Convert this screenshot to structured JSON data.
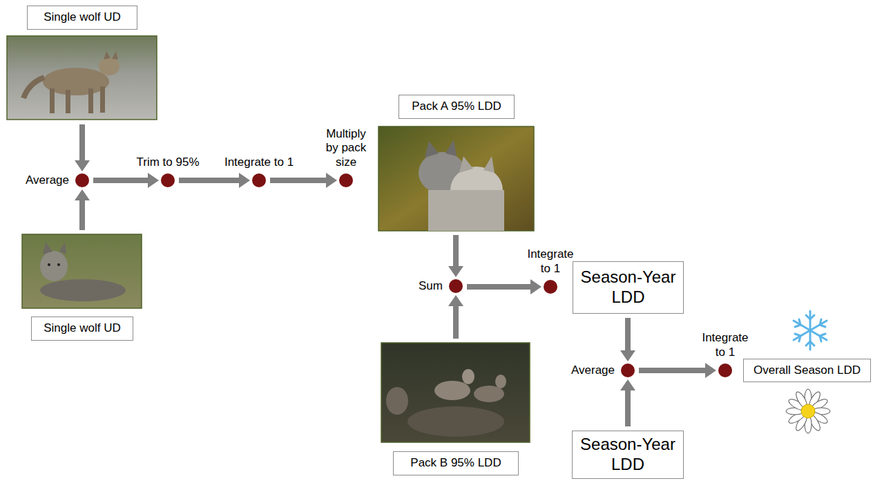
{
  "diagram": {
    "nodes": [
      {
        "text": [
          "Single wolf UD"
        ]
      },
      {
        "text": [
          "Single wolf UD"
        ]
      },
      {
        "text": [
          "Average"
        ]
      },
      {
        "text": [
          "Trim to 95%"
        ]
      },
      {
        "text": [
          "Integrate to 1"
        ]
      },
      {
        "text": [
          "Multiply by pack size"
        ]
      },
      {
        "text": [
          "Pack A 95% LDD"
        ]
      },
      {
        "text": [
          "Pack B 95% LDD"
        ]
      },
      {
        "text": [
          "Sum"
        ]
      },
      {
        "text": [
          "Integrate to 1"
        ]
      },
      {
        "text": [
          "Season-Year LDD"
        ]
      },
      {
        "text": [
          "Season-Year LDD"
        ]
      },
      {
        "text": [
          "Average"
        ]
      },
      {
        "text": [
          "Integrate to 1"
        ]
      },
      {
        "text": [
          "Overall Season LDD"
        ]
      }
    ],
    "edges": [
      {
        "from": 0,
        "to": 2,
        "arrow": "to"
      },
      {
        "from": 1,
        "to": 2,
        "arrow": "to"
      },
      {
        "from": 2,
        "to": 3,
        "arrow": "to"
      },
      {
        "from": 3,
        "to": 4,
        "arrow": "to"
      },
      {
        "from": 4,
        "to": 5,
        "arrow": "to"
      },
      {
        "from": 6,
        "to": 8,
        "arrow": "to"
      },
      {
        "from": 7,
        "to": 8,
        "arrow": "to"
      },
      {
        "from": 8,
        "to": 9,
        "arrow": "to"
      },
      {
        "from": 10,
        "to": 12,
        "arrow": "to"
      },
      {
        "from": 11,
        "to": 12,
        "arrow": "to"
      },
      {
        "from": 12,
        "to": 13,
        "arrow": "to"
      }
    ]
  }
}
